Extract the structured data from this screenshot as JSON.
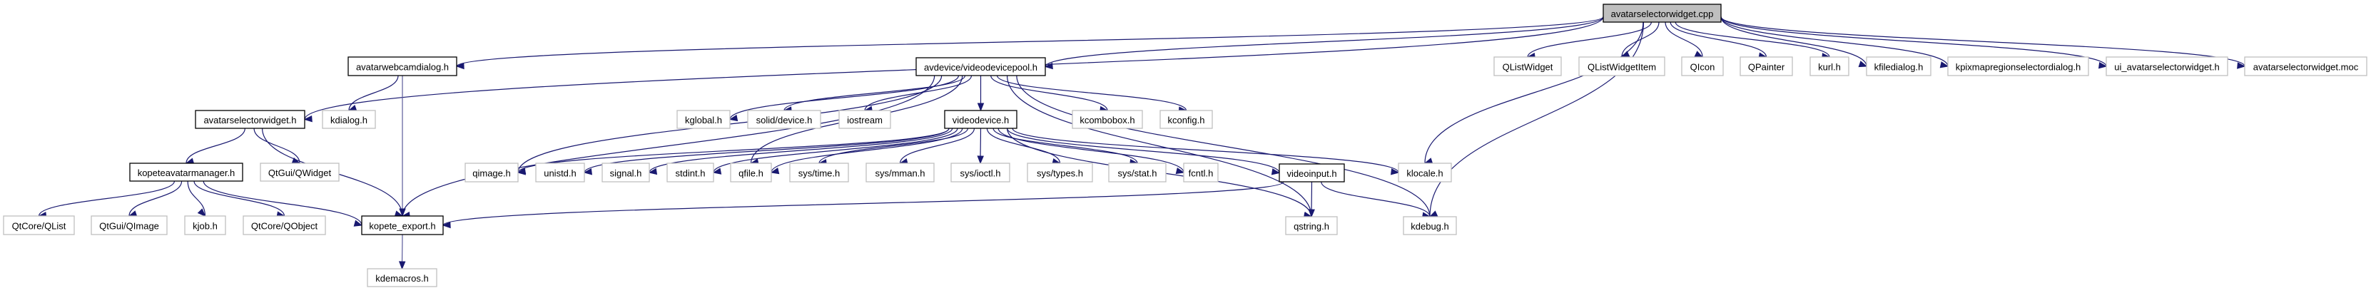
{
  "title": "avatarselectorwidget.cpp include dependency graph",
  "colors": {
    "edge": "#191970",
    "root_fill": "#bfbfbf",
    "documented_border": "#000000",
    "external_border": "#bfbfbf"
  },
  "nodes": [
    {
      "id": "root",
      "label": "avatarselectorwidget.cpp",
      "kind": "root"
    },
    {
      "id": "avatarwebcamdialog",
      "label": "avatarwebcamdialog.h",
      "kind": "doc"
    },
    {
      "id": "videodevicepool",
      "label": "avdevice/videodevicepool.h",
      "kind": "doc"
    },
    {
      "id": "QListWidget",
      "label": "QListWidget",
      "kind": "ext"
    },
    {
      "id": "QListWidgetItem",
      "label": "QListWidgetItem",
      "kind": "ext"
    },
    {
      "id": "QIcon",
      "label": "QIcon",
      "kind": "ext"
    },
    {
      "id": "QPainter",
      "label": "QPainter",
      "kind": "ext"
    },
    {
      "id": "kurl",
      "label": "kurl.h",
      "kind": "ext"
    },
    {
      "id": "kfiledialog",
      "label": "kfiledialog.h",
      "kind": "ext"
    },
    {
      "id": "kpixmap",
      "label": "kpixmapregionselectordialog.h",
      "kind": "ext"
    },
    {
      "id": "ui_asw",
      "label": "ui_avatarselectorwidget.h",
      "kind": "ext"
    },
    {
      "id": "moc",
      "label": "avatarselectorwidget.moc",
      "kind": "ext"
    },
    {
      "id": "avatarselectorwidget_h",
      "label": "avatarselectorwidget.h",
      "kind": "doc"
    },
    {
      "id": "kdialog",
      "label": "kdialog.h",
      "kind": "ext"
    },
    {
      "id": "kglobal",
      "label": "kglobal.h",
      "kind": "ext"
    },
    {
      "id": "soliddevice",
      "label": "solid/device.h",
      "kind": "ext"
    },
    {
      "id": "iostream",
      "label": "iostream",
      "kind": "ext"
    },
    {
      "id": "videodevice",
      "label": "videodevice.h",
      "kind": "doc"
    },
    {
      "id": "kcombobox",
      "label": "kcombobox.h",
      "kind": "ext"
    },
    {
      "id": "kconfig",
      "label": "kconfig.h",
      "kind": "ext"
    },
    {
      "id": "kopeteavatarmanager",
      "label": "kopeteavatarmanager.h",
      "kind": "doc"
    },
    {
      "id": "QtGuiQWidget",
      "label": "QtGui/QWidget",
      "kind": "ext"
    },
    {
      "id": "qimage",
      "label": "qimage.h",
      "kind": "ext"
    },
    {
      "id": "unistd",
      "label": "unistd.h",
      "kind": "ext"
    },
    {
      "id": "signal",
      "label": "signal.h",
      "kind": "ext"
    },
    {
      "id": "stdint",
      "label": "stdint.h",
      "kind": "ext"
    },
    {
      "id": "qfile",
      "label": "qfile.h",
      "kind": "ext"
    },
    {
      "id": "systime",
      "label": "sys/time.h",
      "kind": "ext"
    },
    {
      "id": "sysmman",
      "label": "sys/mman.h",
      "kind": "ext"
    },
    {
      "id": "sysioctl",
      "label": "sys/ioctl.h",
      "kind": "ext"
    },
    {
      "id": "systypes",
      "label": "sys/types.h",
      "kind": "ext"
    },
    {
      "id": "sysstat",
      "label": "sys/stat.h",
      "kind": "ext"
    },
    {
      "id": "fcntl",
      "label": "fcntl.h",
      "kind": "ext"
    },
    {
      "id": "videoinput",
      "label": "videoinput.h",
      "kind": "doc"
    },
    {
      "id": "klocale",
      "label": "klocale.h",
      "kind": "ext"
    },
    {
      "id": "QtCoreQList",
      "label": "QtCore/QList",
      "kind": "ext"
    },
    {
      "id": "QtGuiQImage",
      "label": "QtGui/QImage",
      "kind": "ext"
    },
    {
      "id": "kjob",
      "label": "kjob.h",
      "kind": "ext"
    },
    {
      "id": "QtCoreQObject",
      "label": "QtCore/QObject",
      "kind": "ext"
    },
    {
      "id": "kopete_export",
      "label": "kopete_export.h",
      "kind": "doc"
    },
    {
      "id": "qstring",
      "label": "qstring.h",
      "kind": "ext"
    },
    {
      "id": "kdebug",
      "label": "kdebug.h",
      "kind": "ext"
    },
    {
      "id": "kdemacros",
      "label": "kdemacros.h",
      "kind": "ext"
    }
  ],
  "edges": [
    [
      "root",
      "avatarselectorwidget_h"
    ],
    [
      "root",
      "avatarwebcamdialog"
    ],
    [
      "root",
      "videodevicepool"
    ],
    [
      "root",
      "QListWidget"
    ],
    [
      "root",
      "QListWidgetItem"
    ],
    [
      "root",
      "QIcon"
    ],
    [
      "root",
      "QPainter"
    ],
    [
      "root",
      "kurl"
    ],
    [
      "root",
      "kfiledialog"
    ],
    [
      "root",
      "kpixmap"
    ],
    [
      "root",
      "ui_asw"
    ],
    [
      "root",
      "moc"
    ],
    [
      "root",
      "klocale"
    ],
    [
      "root",
      "kdebug"
    ],
    [
      "avatarwebcamdialog",
      "kdialog"
    ],
    [
      "avatarwebcamdialog",
      "kopete_export"
    ],
    [
      "avatarselectorwidget_h",
      "kopeteavatarmanager"
    ],
    [
      "avatarselectorwidget_h",
      "QtGuiQWidget"
    ],
    [
      "avatarselectorwidget_h",
      "kopete_export"
    ],
    [
      "kopeteavatarmanager",
      "QtCoreQList"
    ],
    [
      "kopeteavatarmanager",
      "QtGuiQImage"
    ],
    [
      "kopeteavatarmanager",
      "kjob"
    ],
    [
      "kopeteavatarmanager",
      "QtCoreQObject"
    ],
    [
      "kopeteavatarmanager",
      "kopete_export"
    ],
    [
      "kopete_export",
      "kdemacros"
    ],
    [
      "videodevicepool",
      "kglobal"
    ],
    [
      "videodevicepool",
      "soliddevice"
    ],
    [
      "videodevicepool",
      "iostream"
    ],
    [
      "videodevicepool",
      "videodevice"
    ],
    [
      "videodevicepool",
      "kcombobox"
    ],
    [
      "videodevicepool",
      "kconfig"
    ],
    [
      "videodevicepool",
      "qimage"
    ],
    [
      "videodevicepool",
      "qfile"
    ],
    [
      "videodevicepool",
      "kopete_export"
    ],
    [
      "videodevicepool",
      "qstring"
    ],
    [
      "videodevicepool",
      "kdebug"
    ],
    [
      "videodevice",
      "qimage"
    ],
    [
      "videodevice",
      "unistd"
    ],
    [
      "videodevice",
      "signal"
    ],
    [
      "videodevice",
      "stdint"
    ],
    [
      "videodevice",
      "qfile"
    ],
    [
      "videodevice",
      "systime"
    ],
    [
      "videodevice",
      "sysmman"
    ],
    [
      "videodevice",
      "sysioctl"
    ],
    [
      "videodevice",
      "systypes"
    ],
    [
      "videodevice",
      "sysstat"
    ],
    [
      "videodevice",
      "fcntl"
    ],
    [
      "videodevice",
      "videoinput"
    ],
    [
      "videodevice",
      "klocale"
    ],
    [
      "videodevice",
      "qstring"
    ],
    [
      "videoinput",
      "kopete_export"
    ],
    [
      "videoinput",
      "qstring"
    ],
    [
      "videoinput",
      "kdebug"
    ]
  ]
}
